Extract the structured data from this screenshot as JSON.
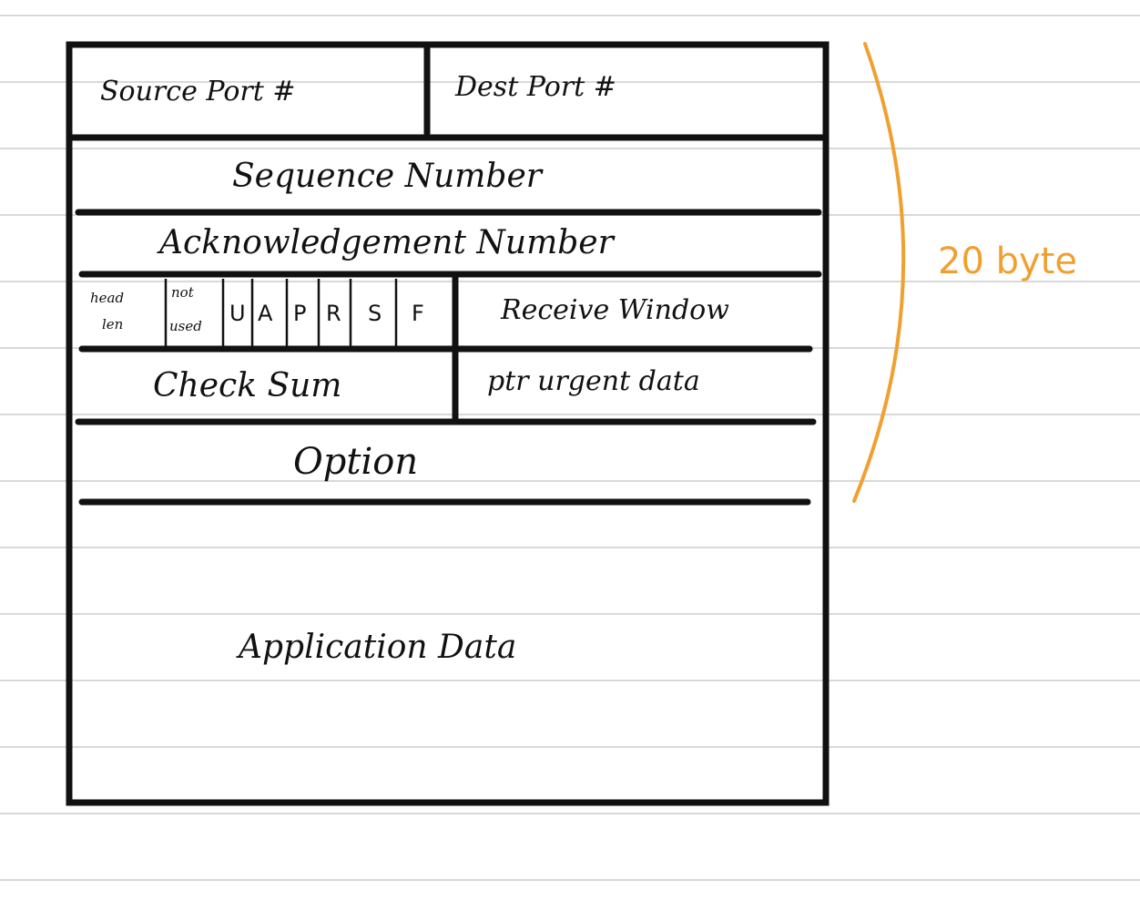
{
  "diagram": {
    "colors": {
      "ink": "#111111",
      "ruled_line": "#d9d9d9",
      "annotation": "#f0a030"
    },
    "header_fields": {
      "source_port": "Source Port #",
      "dest_port": "Dest Port #",
      "sequence_number": "Sequence Number",
      "acknowledgement_number": "Acknowledgement Number",
      "head_len": [
        "head",
        "len"
      ],
      "not_used": [
        "not",
        "used"
      ],
      "flags": [
        "U",
        "A",
        "P",
        "R",
        "S",
        "F"
      ],
      "receive_window": "Receive Window",
      "check_sum": "Check Sum",
      "urgent_pointer": "ptr urgent data",
      "option": "Option"
    },
    "payload": "Application Data",
    "annotation": {
      "label": "20 byte"
    }
  }
}
